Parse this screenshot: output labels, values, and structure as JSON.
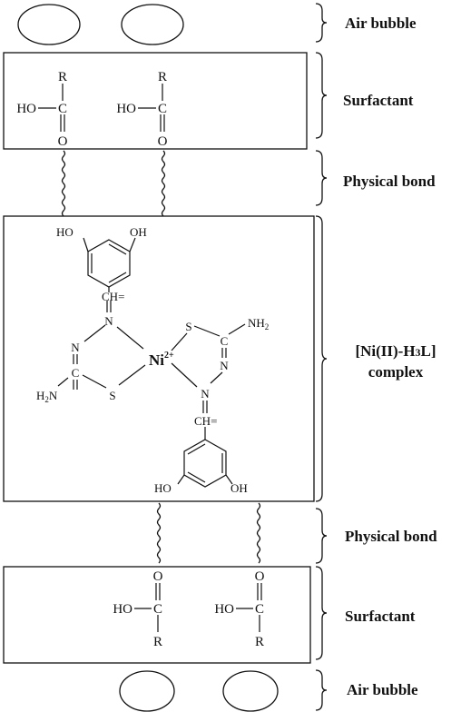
{
  "labels": {
    "air_bubble_top": "Air bubble",
    "surfactant_top": "Surfactant",
    "physical_bond_top": "Physical bond",
    "complex_line1": "[Ni(II)-H",
    "complex_sub": "3",
    "complex_line1_end": "L]",
    "complex_line2": "complex",
    "physical_bond_bottom": "Physical bond",
    "surfactant_bottom": "Surfactant",
    "air_bubble_bottom": "Air bubble"
  },
  "chem": {
    "R": "R",
    "HO": "HO",
    "C": "C",
    "O": "O",
    "OH": "OH",
    "N": "N",
    "S": "S",
    "NH2": "NH",
    "H2N": "H",
    "two": "2",
    "Ni": "Ni",
    "charge": "2+",
    "CH": "CH"
  },
  "colors": {
    "stroke": "#111111",
    "background": "#ffffff"
  }
}
